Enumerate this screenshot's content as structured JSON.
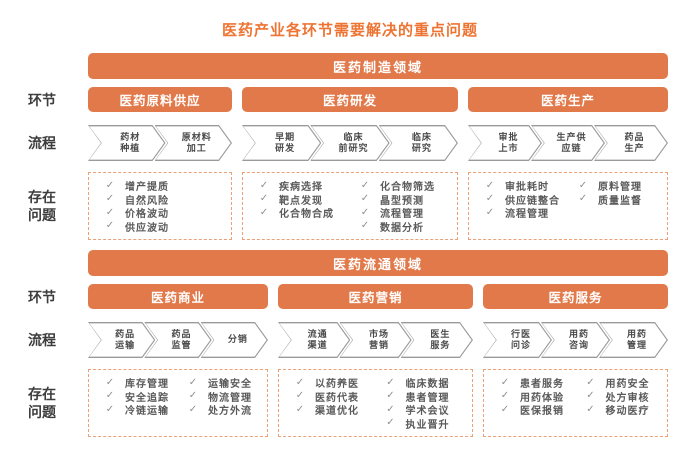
{
  "title": "医药产业各环节需要解决的重点问题",
  "check_glyph": "✓",
  "row_labels": {
    "stage": "环节",
    "flow": "流程",
    "problems": "存在问题"
  },
  "colors": {
    "accent": "#E1794A",
    "title_color": "#ED7433",
    "box_border": "#ECA077",
    "chev_border": "#9A9A9A",
    "chev_text": "#4A4A4A",
    "check": "#909090",
    "item_text": "#5A5A5A",
    "label_color": "#3C3C3C"
  },
  "sections": [
    {
      "banner": "医药制造领域",
      "columns": [
        {
          "stage": "医药原料供应",
          "flow": [
            "药材\n种植",
            "原材料\n加工"
          ],
          "problem_cols": [
            [
              "增产提质",
              "自然风险",
              "价格波动",
              "供应波动"
            ]
          ]
        },
        {
          "stage": "医药研发",
          "flow": [
            "早期\n研发",
            "临床\n前研究",
            "临床\n研究"
          ],
          "problem_cols": [
            [
              "疾病选择",
              "靶点发现",
              "化合物合成"
            ],
            [
              "化合物筛选",
              "晶型预测",
              "流程管理",
              "数据分析"
            ]
          ]
        },
        {
          "stage": "医药生产",
          "flow": [
            "审批\n上市",
            "生产供\n应链",
            "药品\n生产"
          ],
          "problem_cols": [
            [
              "审批耗时",
              "供应链整合",
              "流程管理"
            ],
            [
              "原料管理",
              "质量监督"
            ]
          ]
        }
      ]
    },
    {
      "banner": "医药流通领域",
      "columns": [
        {
          "stage": "医药商业",
          "flow": [
            "药品\n运输",
            "药品\n监管",
            "分销"
          ],
          "problem_cols": [
            [
              "库存管理",
              "安全追踪",
              "冷链运输"
            ],
            [
              "运输安全",
              "物流管理",
              "处方外流"
            ]
          ]
        },
        {
          "stage": "医药营销",
          "flow": [
            "流通\n渠道",
            "市场\n营销",
            "医生\n服务"
          ],
          "problem_cols": [
            [
              "以药养医",
              "医药代表",
              "渠道优化"
            ],
            [
              "临床数据",
              "患者管理",
              "学术会议",
              "执业晋升"
            ]
          ]
        },
        {
          "stage": "医药服务",
          "flow": [
            "行医\n问诊",
            "用药\n咨询",
            "用药\n管理"
          ],
          "problem_cols": [
            [
              "患者服务",
              "用药体验",
              "医保报销"
            ],
            [
              "用药安全",
              "处方审核",
              "移动医疗"
            ]
          ]
        }
      ]
    }
  ]
}
